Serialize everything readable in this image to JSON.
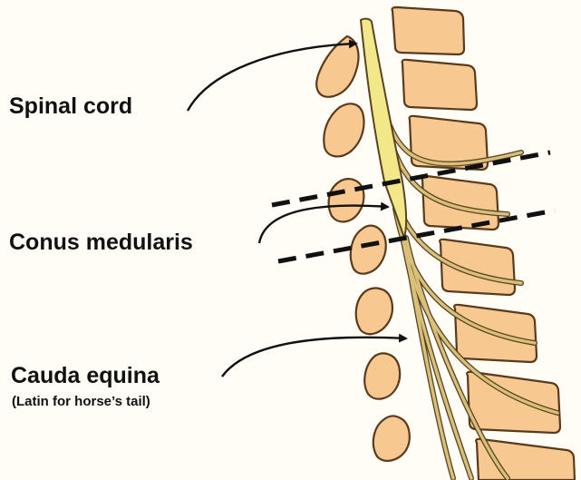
{
  "labels": {
    "spinal_cord": "Spinal cord",
    "conus": "Conus medularis",
    "cauda": "Cauda equina",
    "cauda_note": "(Latin for horse’s tail)"
  },
  "colors": {
    "bone": "#f7c990",
    "bone_outline": "#5a3a1c",
    "cord": "#f2e88a",
    "nerve": "#d8c07a",
    "nerve_outline": "#5a4320",
    "background": "#fffdf6",
    "text": "#111111"
  }
}
